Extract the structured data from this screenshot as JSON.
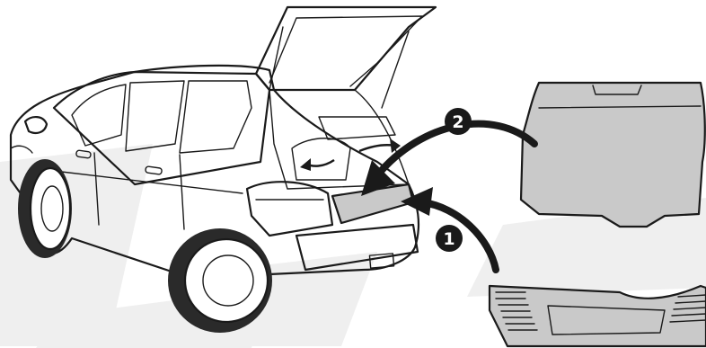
{
  "steps": [
    {
      "number": "1"
    },
    {
      "number": "2"
    }
  ],
  "colors": {
    "line": "#1a1a1a",
    "panel_fill": "#c9c9c9",
    "background_watermark": "#efefef",
    "marker_fill": "#1a1a1a",
    "marker_text": "#ffffff"
  },
  "icons": {
    "car": "hatchback-car-illustration",
    "floor_cover": "load-floor-cover-panel",
    "sill_cover": "rear-sill-trim-panel",
    "arrow": "curved-arrow"
  }
}
